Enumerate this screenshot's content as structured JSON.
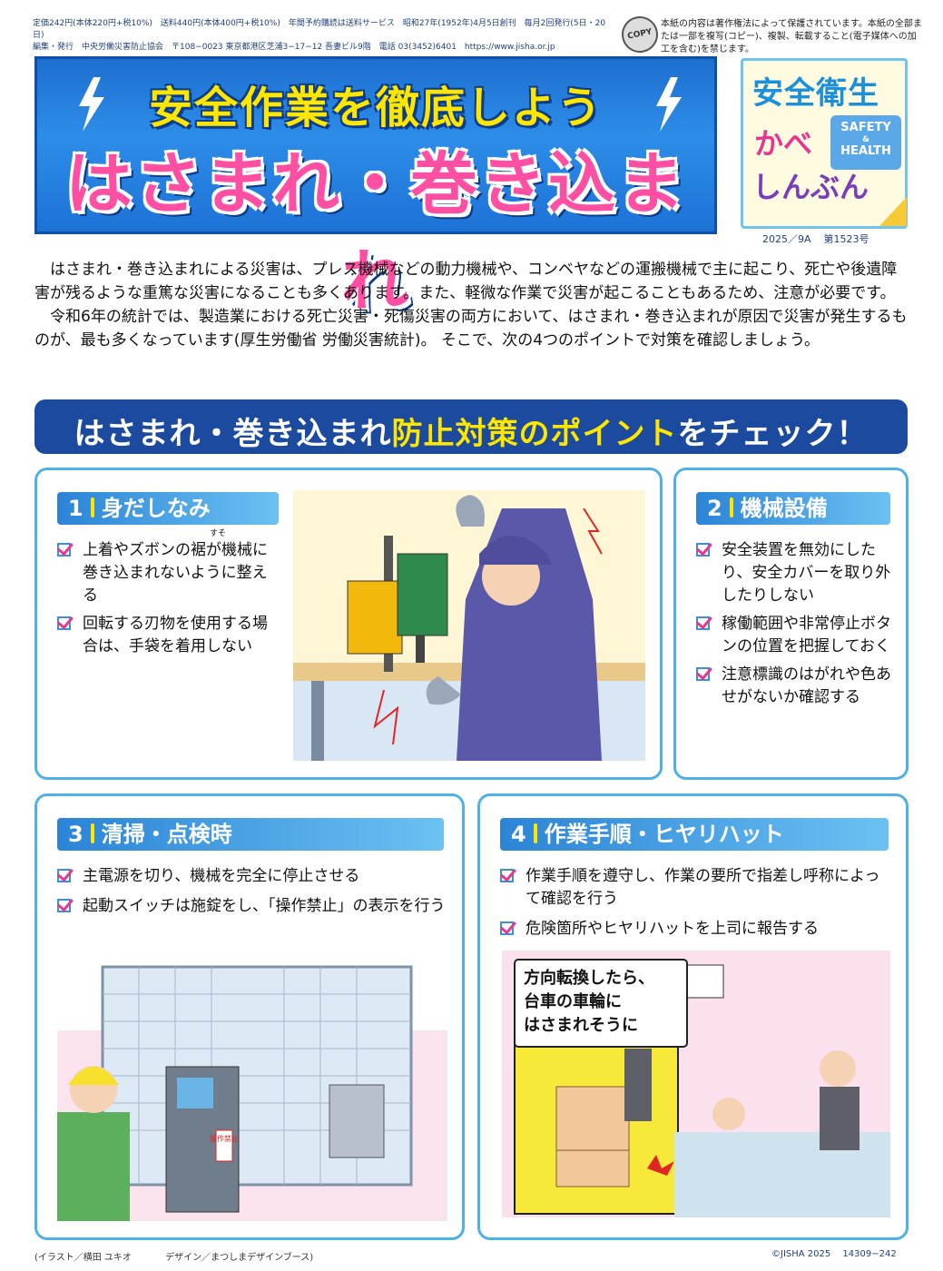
{
  "header": {
    "line1": "定価242円(本体220円+税10%)　送料440円(本体400円+税10%)　年間予約購読は送料サービス　昭和27年(1952年)4月5日創刊　毎月2回発行(5日・20日)",
    "line2": "編集・発行　中央労働災害防止協会　〒108−0023 東京都港区芝浦3−17−12 吾妻ビル9階　電話 03(3452)6401　https://www.jisha.or.jp",
    "copy_badge": "COPY",
    "copy_notice": "本紙の内容は著作権法によって保護されています。本紙の全部または一部を複写(コピー)、複製、転載すること(電子媒体への加工を含む)を禁じます。"
  },
  "title": {
    "line1": "安全作業を徹底しよう",
    "line2": "はさまれ・巻き込まれ"
  },
  "logo": {
    "line1": "安全衛生",
    "line2": "かべ",
    "line3": "しんぶん",
    "badge1": "SAFETY",
    "badge2": "&",
    "badge3": "HEALTH"
  },
  "issue": {
    "date": "2025／9A",
    "number": "第1523号"
  },
  "intro": {
    "p1": "はさまれ・巻き込まれによる災害は、プレス機械などの動力機械や、コンベヤなどの運搬機械で主に起こり、死亡や後遺障害が残るような重篤な災害になることも多くあります。また、軽微な作業で災害が起こることもあるため、注意が必要です。",
    "p2": "令和6年の統計では、製造業における死亡災害・死傷災害の両方において、はさまれ・巻き込まれが原因で災害が発生するものが、最も多くなっています(厚生労働省 労働災害統計)。 そこで、次の4つのポイントで対策を確認しましょう。"
  },
  "check_banner": {
    "pre": "はさまれ・巻き込まれ",
    "highlight": "防止対策のポイント",
    "post": "をチェック！"
  },
  "panels": [
    {
      "num": "1",
      "title": "身だしなみ",
      "items": [
        "上着やズボンの裾が機械に巻き込まれないように整える",
        "回転する刃物を使用する場合は、手袋を着用しない"
      ],
      "ruby": "すそ"
    },
    {
      "num": "2",
      "title": "機械設備",
      "items": [
        "安全装置を無効にしたり、安全カバーを取り外したりしない",
        "稼働範囲や非常停止ボタンの位置を把握しておく",
        "注意標識のはがれや色あせがないか確認する"
      ]
    },
    {
      "num": "3",
      "title": "清掃・点検時",
      "items": [
        "主電源を切り、機械を完全に停止させる",
        "起動スイッチは施錠をし、「操作禁止」の表示を行う"
      ],
      "sign": "操作禁止"
    },
    {
      "num": "4",
      "title": "作業手順・ヒヤリハット",
      "items": [
        "作業手順を遵守し、作業の要所で指差し呼称によって確認を行う",
        "危険箇所やヒヤリハットを上司に報告する"
      ],
      "bubble": [
        "方向転換したら、",
        "台車の車輪に",
        "はさまれそうに"
      ]
    }
  ],
  "footer": {
    "illustration": "(イラスト／横田 ユキオ",
    "design": "デザイン／まつしまデザインブース)",
    "copyright": "©JISHA 2025",
    "code": "14309−242"
  }
}
